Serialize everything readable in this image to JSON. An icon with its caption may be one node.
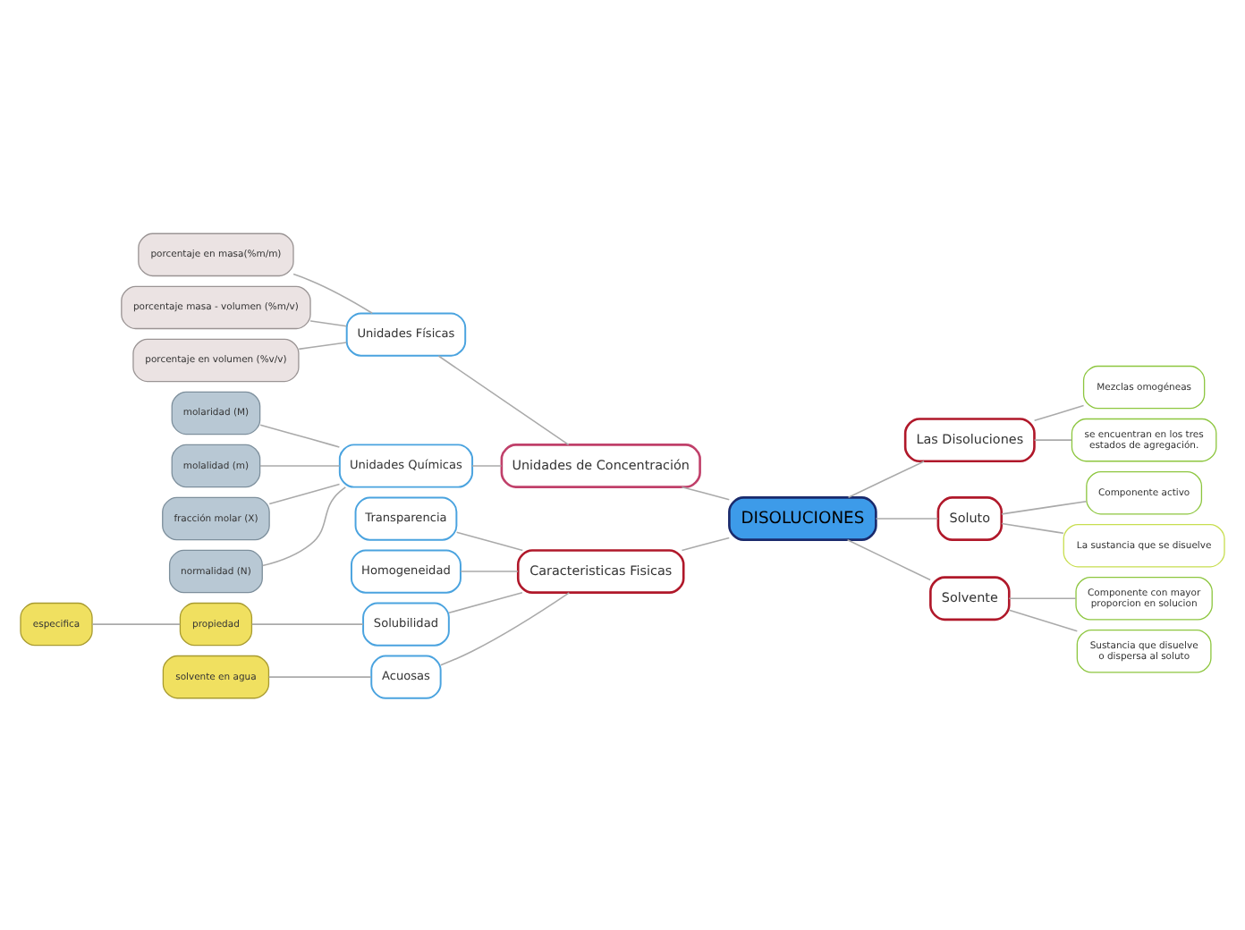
{
  "diagram": {
    "nodes": [
      {
        "text": [
          "DISOLUCIONES"
        ]
      },
      {
        "text": [
          "Unidades de Concentración"
        ]
      },
      {
        "text": [
          "Unidades Físicas"
        ]
      },
      {
        "text": [
          "porcentaje en masa(%m/m)"
        ]
      },
      {
        "text": [
          "porcentaje masa - volumen (%m/v)"
        ]
      },
      {
        "text": [
          "porcentaje en volumen (%v/v)"
        ]
      },
      {
        "text": [
          "Unidades Químicas"
        ]
      },
      {
        "text": [
          "molaridad (M)"
        ]
      },
      {
        "text": [
          "molalidad (m)"
        ]
      },
      {
        "text": [
          "fracción molar (X)"
        ]
      },
      {
        "text": [
          "normalidad (N)"
        ]
      },
      {
        "text": [
          "Caracteristicas Fisicas"
        ]
      },
      {
        "text": [
          "Transparencia"
        ]
      },
      {
        "text": [
          "Homogeneidad"
        ]
      },
      {
        "text": [
          "Solubilidad"
        ]
      },
      {
        "text": [
          "propiedad"
        ]
      },
      {
        "text": [
          "especifica"
        ]
      },
      {
        "text": [
          "Acuosas"
        ]
      },
      {
        "text": [
          "solvente en agua"
        ]
      },
      {
        "text": [
          "Las Disoluciones"
        ]
      },
      {
        "text": [
          "Mezclas omogéneas"
        ]
      },
      {
        "text": [
          "se encuentran en los tres estados de agregación."
        ]
      },
      {
        "text": [
          "Soluto"
        ]
      },
      {
        "text": [
          "Componente activo"
        ]
      },
      {
        "text": [
          "La sustancia que se disuelve"
        ]
      },
      {
        "text": [
          "Solvente"
        ]
      },
      {
        "text": [
          "Componente con mayor proporcion en solucion"
        ]
      },
      {
        "text": [
          "Sustancia que disuelve o dispersa al soluto"
        ]
      }
    ],
    "edges": [
      {
        "from": 1,
        "to": 0,
        "arrow": "none"
      },
      {
        "from": 2,
        "to": 1,
        "arrow": "none"
      },
      {
        "from": 3,
        "to": 2,
        "arrow": "none"
      },
      {
        "from": 4,
        "to": 2,
        "arrow": "none"
      },
      {
        "from": 5,
        "to": 2,
        "arrow": "none"
      },
      {
        "from": 6,
        "to": 1,
        "arrow": "none"
      },
      {
        "from": 7,
        "to": 6,
        "arrow": "none"
      },
      {
        "from": 8,
        "to": 6,
        "arrow": "none"
      },
      {
        "from": 9,
        "to": 6,
        "arrow": "none"
      },
      {
        "from": 10,
        "to": 6,
        "arrow": "none"
      },
      {
        "from": 11,
        "to": 0,
        "arrow": "none"
      },
      {
        "from": 12,
        "to": 11,
        "arrow": "none"
      },
      {
        "from": 13,
        "to": 11,
        "arrow": "none"
      },
      {
        "from": 14,
        "to": 11,
        "arrow": "none"
      },
      {
        "from": 15,
        "to": 14,
        "arrow": "none"
      },
      {
        "from": 16,
        "to": 15,
        "arrow": "none"
      },
      {
        "from": 17,
        "to": 11,
        "arrow": "none"
      },
      {
        "from": 18,
        "to": 17,
        "arrow": "none"
      },
      {
        "from": 0,
        "to": 19,
        "arrow": "none"
      },
      {
        "from": 19,
        "to": 20,
        "arrow": "none"
      },
      {
        "from": 19,
        "to": 21,
        "arrow": "none"
      },
      {
        "from": 0,
        "to": 22,
        "arrow": "none"
      },
      {
        "from": 22,
        "to": 23,
        "arrow": "none"
      },
      {
        "from": 22,
        "to": 24,
        "arrow": "none"
      },
      {
        "from": 0,
        "to": 25,
        "arrow": "none"
      },
      {
        "from": 25,
        "to": 26,
        "arrow": "none"
      },
      {
        "from": 25,
        "to": 27,
        "arrow": "none"
      }
    ]
  }
}
